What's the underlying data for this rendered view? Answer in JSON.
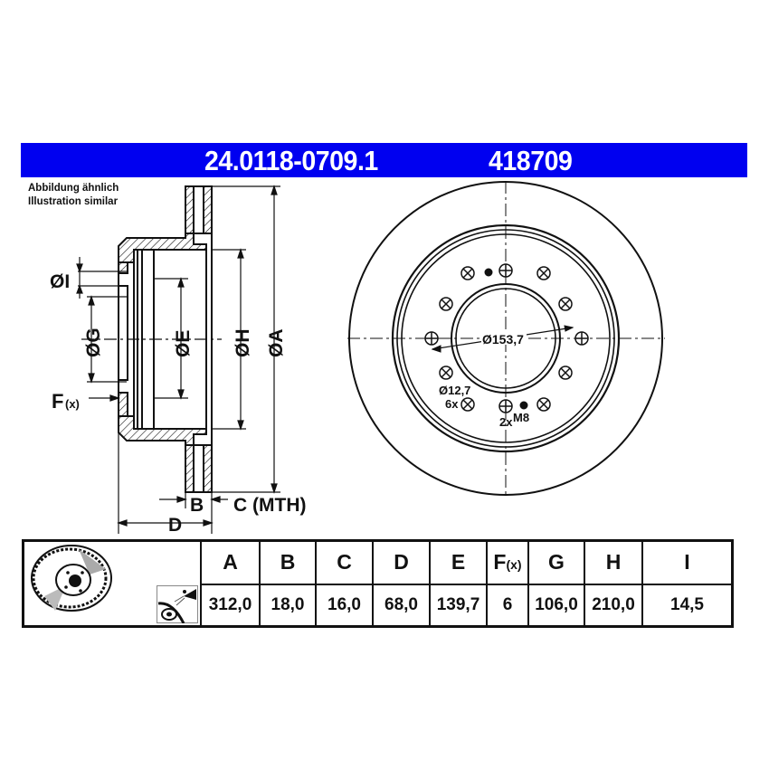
{
  "header": {
    "part_number": "24.0118-0709.1",
    "reference": "418709",
    "background_color": "#0000f0",
    "text_color": "#ffffff"
  },
  "note": {
    "line1": "Abbildung ähnlich",
    "line2": "Illustration similar"
  },
  "section_view": {
    "labels": {
      "I": "ØI",
      "G": "ØG",
      "E": "ØE",
      "H": "ØH",
      "A": "ØA",
      "F": "F",
      "F_sub": "(x)",
      "B": "B",
      "C": "C (MTH)",
      "D": "D"
    }
  },
  "front_view": {
    "pcd_label": "Ø153,7",
    "hole_dia_label": "Ø12,7",
    "hole_count_label": "6x",
    "thread_count_label": "2x",
    "thread_label": "M8"
  },
  "table": {
    "columns": [
      "A",
      "B",
      "C",
      "D",
      "E",
      "F",
      "G",
      "H",
      "I"
    ],
    "f_suffix": "(x)",
    "values": [
      "312,0",
      "18,0",
      "16,0",
      "68,0",
      "139,7",
      "6",
      "106,0",
      "210,0",
      "14,5"
    ]
  },
  "icons": [
    "brake-disc-icon",
    "cleaning-spray-icon"
  ]
}
